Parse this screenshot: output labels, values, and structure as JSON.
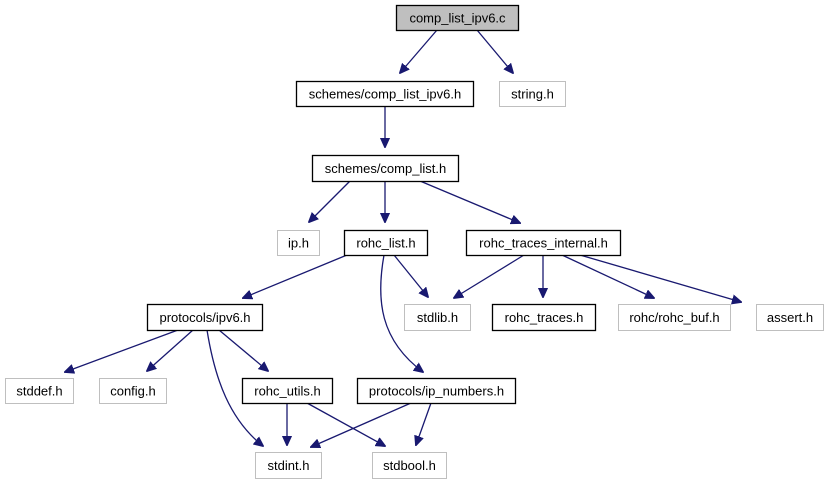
{
  "graph": {
    "title": "comp_list_ipv6.c",
    "colors": {
      "edge": "#191970",
      "root_fill": "#bfbfbf",
      "root_border": "#000000",
      "documented_border": "#000000",
      "external_border": "#bfbfbf",
      "node_fill": "#ffffff"
    },
    "nodes": [
      {
        "id": "n0",
        "label": "comp_list_ipv6.c",
        "kind": "root"
      },
      {
        "id": "n1",
        "label": "schemes/comp_list_ipv6.h",
        "kind": "documented"
      },
      {
        "id": "n2",
        "label": "string.h",
        "kind": "external"
      },
      {
        "id": "n3",
        "label": "schemes/comp_list.h",
        "kind": "documented"
      },
      {
        "id": "n4",
        "label": "ip.h",
        "kind": "external"
      },
      {
        "id": "n5",
        "label": "rohc_list.h",
        "kind": "documented"
      },
      {
        "id": "n6",
        "label": "rohc_traces_internal.h",
        "kind": "documented"
      },
      {
        "id": "n7",
        "label": "protocols/ipv6.h",
        "kind": "documented"
      },
      {
        "id": "n8",
        "label": "stdlib.h",
        "kind": "external"
      },
      {
        "id": "n9",
        "label": "rohc_traces.h",
        "kind": "documented"
      },
      {
        "id": "n10",
        "label": "rohc/rohc_buf.h",
        "kind": "external"
      },
      {
        "id": "n11",
        "label": "assert.h",
        "kind": "external"
      },
      {
        "id": "n12",
        "label": "stddef.h",
        "kind": "external"
      },
      {
        "id": "n13",
        "label": "config.h",
        "kind": "external"
      },
      {
        "id": "n14",
        "label": "rohc_utils.h",
        "kind": "documented"
      },
      {
        "id": "n15",
        "label": "protocols/ip_numbers.h",
        "kind": "documented"
      },
      {
        "id": "n16",
        "label": "stdint.h",
        "kind": "external"
      },
      {
        "id": "n17",
        "label": "stdbool.h",
        "kind": "external"
      }
    ],
    "edges": [
      {
        "from": "n0",
        "to": "n1"
      },
      {
        "from": "n0",
        "to": "n2"
      },
      {
        "from": "n1",
        "to": "n3"
      },
      {
        "from": "n3",
        "to": "n4"
      },
      {
        "from": "n3",
        "to": "n5"
      },
      {
        "from": "n3",
        "to": "n6"
      },
      {
        "from": "n5",
        "to": "n7"
      },
      {
        "from": "n5",
        "to": "n8"
      },
      {
        "from": "n5",
        "to": "n15"
      },
      {
        "from": "n6",
        "to": "n8"
      },
      {
        "from": "n6",
        "to": "n9"
      },
      {
        "from": "n6",
        "to": "n10"
      },
      {
        "from": "n6",
        "to": "n11"
      },
      {
        "from": "n7",
        "to": "n12"
      },
      {
        "from": "n7",
        "to": "n13"
      },
      {
        "from": "n7",
        "to": "n14"
      },
      {
        "from": "n7",
        "to": "n16"
      },
      {
        "from": "n14",
        "to": "n16"
      },
      {
        "from": "n14",
        "to": "n17"
      },
      {
        "from": "n15",
        "to": "n16"
      },
      {
        "from": "n15",
        "to": "n17"
      }
    ]
  }
}
